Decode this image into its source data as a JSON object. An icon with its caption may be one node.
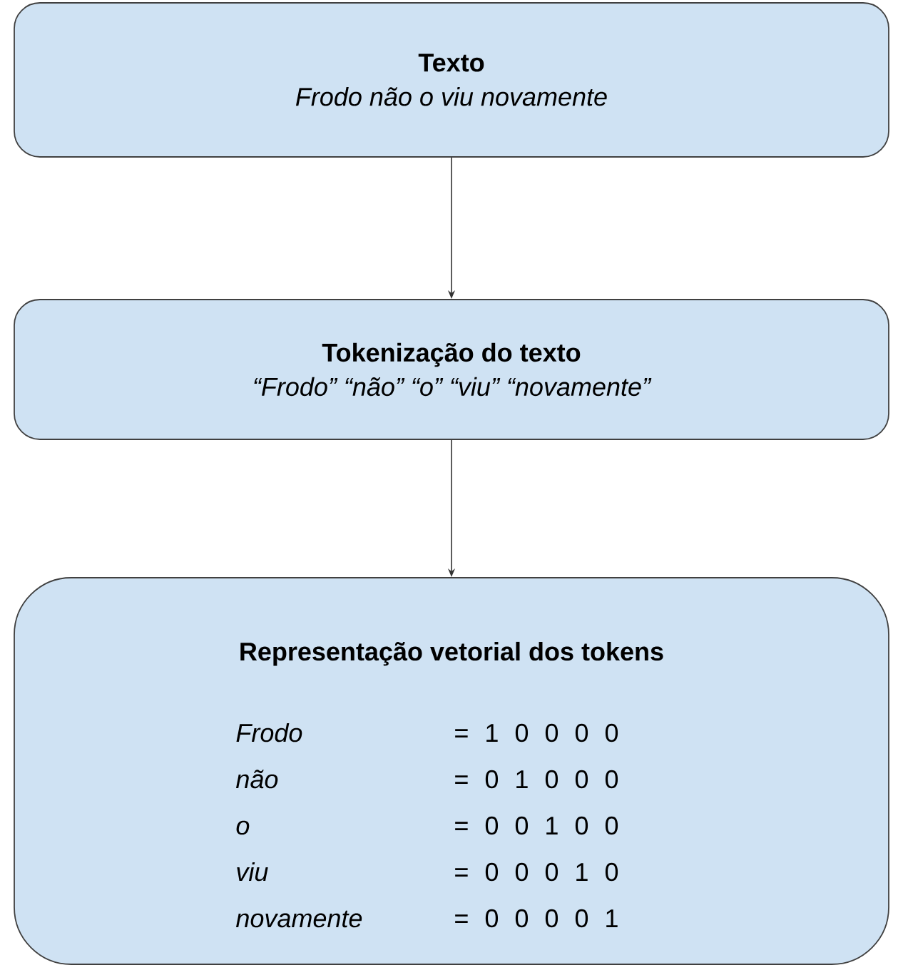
{
  "diagram": {
    "nodes": [
      {
        "text": [
          "Texto",
          "Frodo não o viu novamente"
        ]
      },
      {
        "text": [
          "Tokenização do texto",
          "“Frodo” “não” “o” “viu” “novamente”"
        ]
      },
      {
        "text": [
          "Representação vetorial dos tokens",
          "Frodo",
          "= 1 0 0 0 0",
          "não",
          "= 0 1 0 0 0",
          "o",
          "= 0 0 1 0 0",
          "viu",
          "= 0 0 0 1 0",
          "novamente",
          "= 0 0 0 0 1"
        ]
      }
    ],
    "edges": [
      {
        "from": 0,
        "to": 1,
        "arrow": "to"
      },
      {
        "from": 1,
        "to": 2,
        "arrow": "to"
      }
    ]
  }
}
